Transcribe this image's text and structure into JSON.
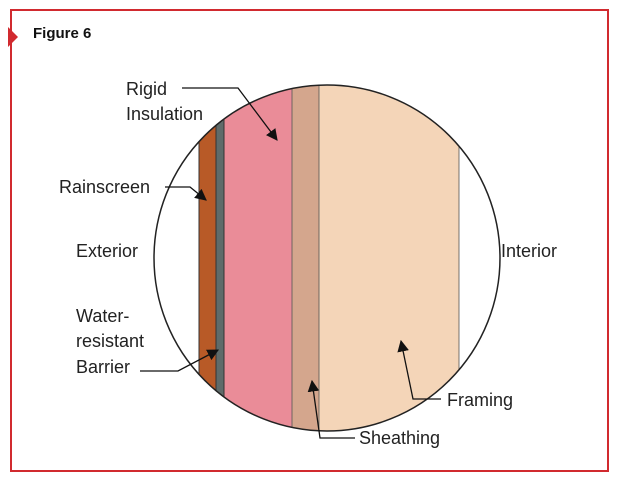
{
  "figure": {
    "title": "Figure 6"
  },
  "labels": {
    "rigid_insulation": [
      "Rigid",
      "Insulation"
    ],
    "rainscreen": "Rainscreen",
    "exterior": "Exterior",
    "wrb": [
      "Water-",
      "resistant",
      "Barrier"
    ],
    "interior": "Interior",
    "framing": "Framing",
    "sheathing": "Sheathing"
  },
  "colors": {
    "frame": "#d12a2f",
    "rainscreen": "#b85a27",
    "wrb": "#5f6b6a",
    "insulation": "#ea8c98",
    "sheathing": "#d4a68d",
    "framing": "#f4d5b8"
  }
}
